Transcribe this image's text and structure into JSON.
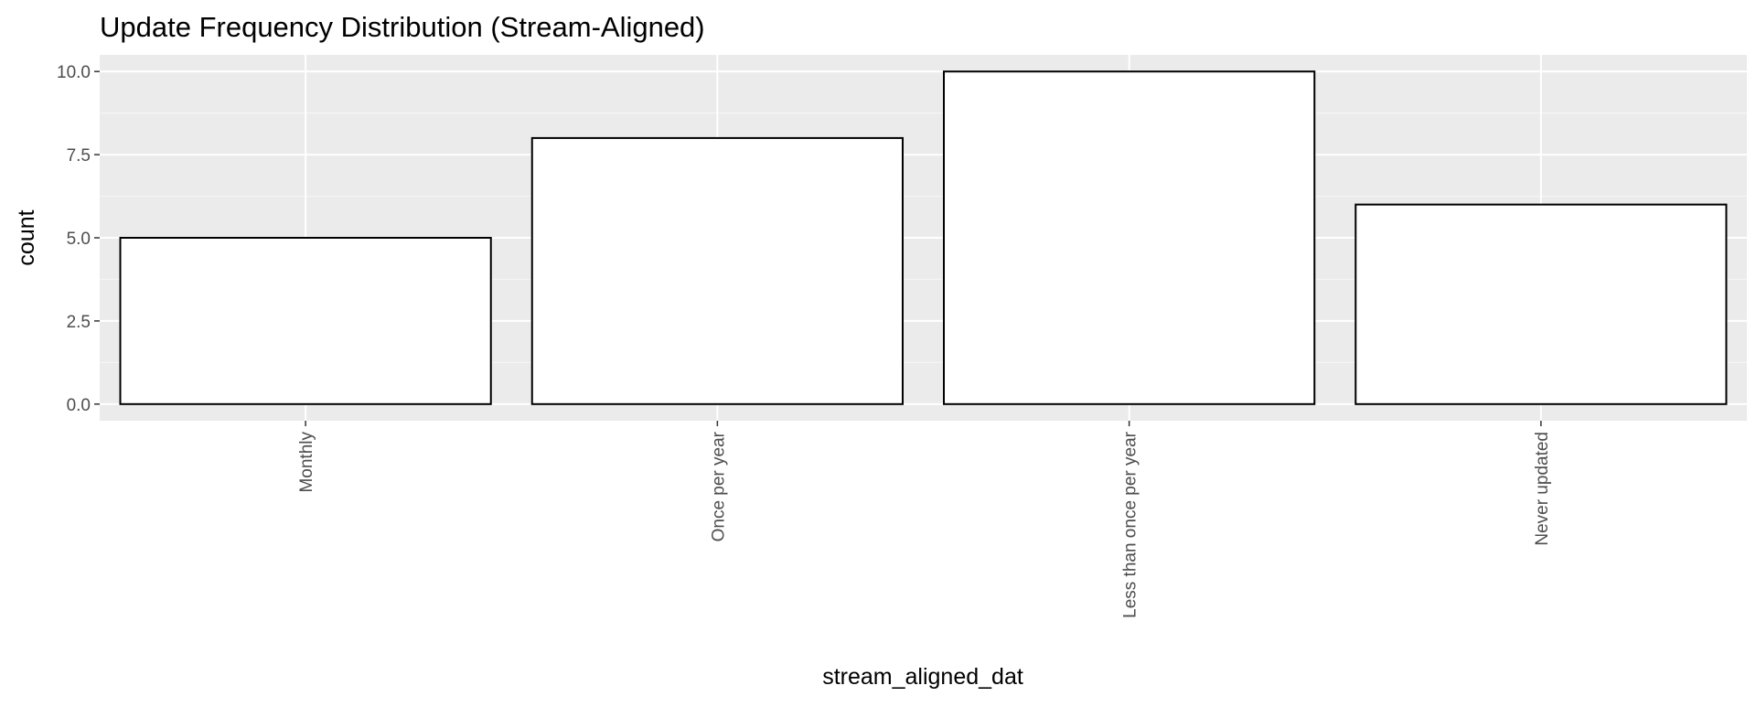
{
  "chart_data": {
    "type": "bar",
    "title": "Update Frequency Distribution (Stream-Aligned)",
    "xlabel": "stream_aligned_dat",
    "ylabel": "count",
    "categories": [
      "Monthly",
      "Once per year",
      "Less than once per year",
      "Never updated"
    ],
    "values": [
      5,
      8,
      10,
      6
    ],
    "ylim": [
      -0.5,
      10.5
    ],
    "yticks": [
      0,
      2.5,
      5,
      7.5,
      10
    ],
    "ytick_labels": [
      "0.0",
      "2.5",
      "5.0",
      "7.5",
      "10.0"
    ],
    "x_tick_label_rotation": "vertical",
    "grid": true,
    "legend": "none",
    "colors": {
      "panel_background": "#ebebeb",
      "grid_major": "#ffffff",
      "grid_minor": "#f5f5f5",
      "bar_fill": "#ffffff",
      "bar_outline": "#000000",
      "tick_text": "#4d4d4d",
      "axis_title_text": "#000000"
    }
  }
}
